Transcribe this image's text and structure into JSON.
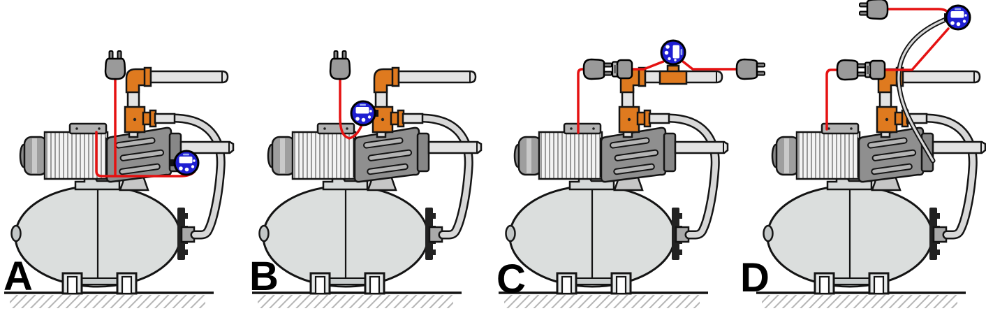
{
  "figure": {
    "type": "installation-options-diagram",
    "panels": [
      {
        "label": "A",
        "controller_mount": "low at pump discharge, beside tank top",
        "wiring": "mains plug and pump motor wired directly to controller"
      },
      {
        "label": "B",
        "controller_mount": "on discharge tee above pump",
        "wiring": "mains plug wired to controller, short lead to pump motor"
      },
      {
        "label": "C",
        "controller_mount": "on tee in horizontal outlet pipe",
        "wiring": "inline plug-socket pair to pump motor, mains plug lead to the right"
      },
      {
        "label": "D",
        "controller_mount": "remote above unit on flexible hose",
        "wiring": "mains plug at top, inline plug-socket pair down to pump motor"
      }
    ],
    "components": [
      "pressure-tank",
      "jet-pump",
      "motor-terminal-box",
      "electronic-pressure-controller",
      "power-plug",
      "inline-socket",
      "pipe-elbow",
      "pipe-tee",
      "outlet-pipe",
      "suction-pipe",
      "flex-hose",
      "tank-flange",
      "tank-feet",
      "ground-hatching"
    ]
  },
  "colors": {
    "cable_red": "#e51212",
    "fitting_orange": "#df7a1f",
    "controller_blue": "#1f1fd2",
    "tank_gray": "#dbdedd",
    "pump_gray": "#8f8f8f",
    "pipe_gray": "#e3e3e3",
    "outline_black": "#141414",
    "hatch_gray": "#b5b5b5"
  }
}
